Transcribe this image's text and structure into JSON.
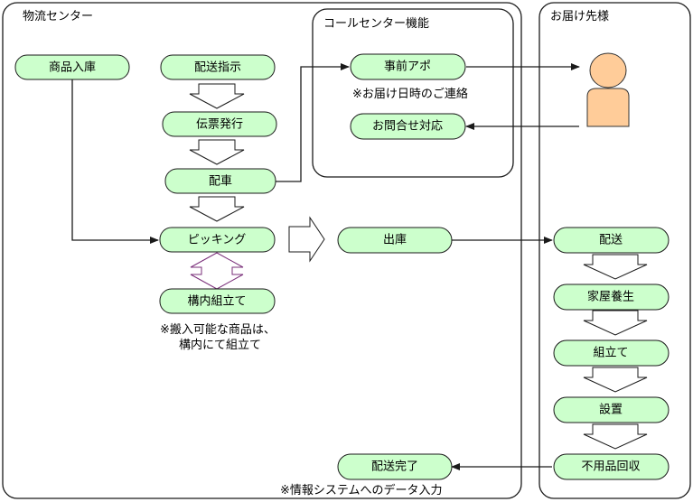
{
  "groups": {
    "logistics": "物流センター",
    "callcenter": "コールセンター機能",
    "destination": "お届け先様"
  },
  "nodes": {
    "goods_receipt": "商品入庫",
    "delivery_instruction": "配送指示",
    "slip_issue": "伝票発行",
    "dispatch": "配車",
    "picking": "ピッキング",
    "onsite_assembly": "構内組立て",
    "appointment": "事前アポ",
    "inquiry": "お問合せ対応",
    "shipping": "出庫",
    "delivery": "配送",
    "home_protection": "家屋養生",
    "assembly": "組立て",
    "installation": "設置",
    "disposal": "不用品回収",
    "delivery_complete": "配送完了"
  },
  "notes": {
    "appointment_note": "※お届け日時のご連絡",
    "assembly_note_line1": "※搬入可能な商品は、",
    "assembly_note_line2": "構内にて組立て",
    "system_note": "※情報システムへのデータ入力"
  },
  "colors": {
    "node_fill": "#ccffcc",
    "person_fill": "#ffcc99",
    "double_arrow": "#7a2f7a"
  },
  "icons": {
    "customer": "person-icon"
  }
}
